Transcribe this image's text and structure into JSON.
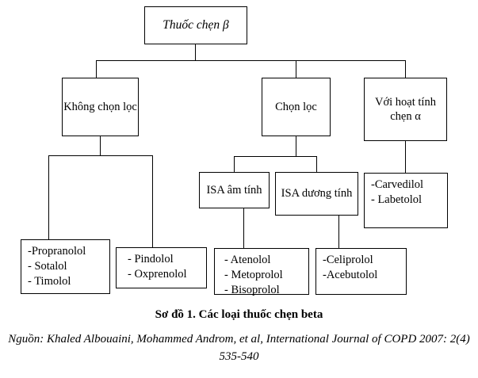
{
  "diagram": {
    "type": "tree",
    "root": {
      "id": "root",
      "label": "Thuốc chẹn β"
    },
    "level2": [
      {
        "id": "non-selective",
        "label": "Không chọn lọc"
      },
      {
        "id": "selective",
        "label": "Chọn lọc"
      },
      {
        "id": "alpha-blocking",
        "label": "Với hoạt tính chẹn α"
      }
    ],
    "level3": [
      {
        "id": "isa-negative",
        "label": "ISA âm tính"
      },
      {
        "id": "isa-positive",
        "label": "ISA dương tính"
      }
    ],
    "drug_boxes": [
      {
        "id": "propranolol-group",
        "parent": "non-selective",
        "drugs": "-Propranolol\n- Sotalol\n- Timolol"
      },
      {
        "id": "pindolol-group",
        "parent": "non-selective",
        "drugs": "- Pindolol\n- Oxprenolol"
      },
      {
        "id": "atenolol-group",
        "parent": "isa-negative",
        "drugs": "- Atenolol\n- Metoprolol\n- Bisoprolol"
      },
      {
        "id": "celiprolol-group",
        "parent": "isa-positive",
        "drugs": "-Celiprolol\n-Acebutolol"
      },
      {
        "id": "carvedilol-group",
        "parent": "alpha-blocking",
        "drugs": "-Carvedilol\n- Labetolol"
      }
    ]
  },
  "caption": {
    "title": "Sơ đồ 1. Các loại thuốc chẹn beta",
    "source": "Nguồn: Khaled Albouaini, Mohammed Androm, et al, International Journal of COPD 2007: 2(4) 535-540"
  },
  "colors": {
    "background": "#ffffff",
    "line": "#000000",
    "text": "#000000"
  }
}
